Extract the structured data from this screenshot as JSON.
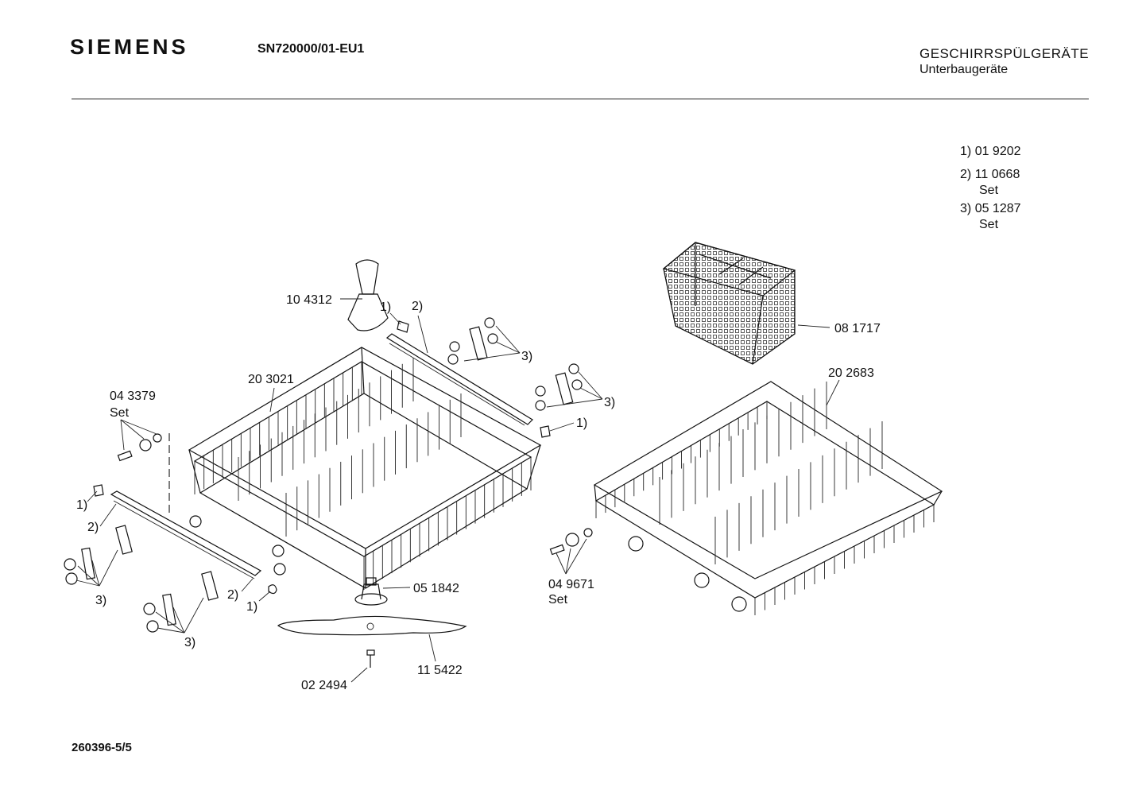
{
  "header": {
    "brand": "SIEMENS",
    "model": "SN720000/01-EU1",
    "category_title": "GESCHIRRSPÜLGERÄTE",
    "category_subtitle": "Unterbaugeräte"
  },
  "notes": [
    {
      "key": "1)",
      "part": "01 9202",
      "set": ""
    },
    {
      "key": "2)",
      "part": "11 0668",
      "set": "Set"
    },
    {
      "key": "3)",
      "part": "05 1287",
      "set": "Set"
    }
  ],
  "callouts": {
    "p104312": "10 4312",
    "p203021": "20 3021",
    "p043379": "04 3379",
    "set": "Set",
    "n1": "1)",
    "n2": "2)",
    "n3": "3)",
    "p081717": "08 1717",
    "p202683": "20 2683",
    "p051842": "05 1842",
    "p049671": "04 9671",
    "p115422": "11 5422",
    "p022494": "02 2494"
  },
  "footer": {
    "doc_id": "260396-5/5"
  }
}
